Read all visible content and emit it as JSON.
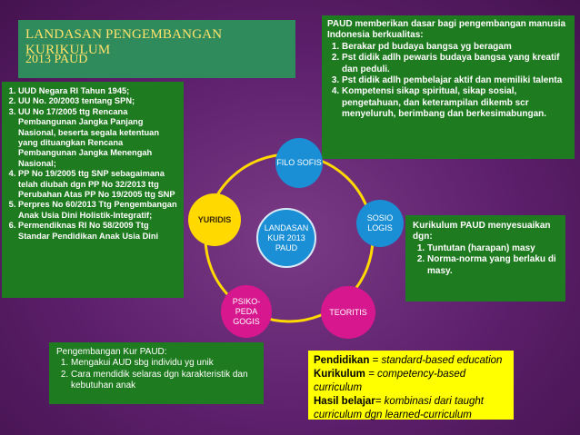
{
  "title": {
    "line1": "LANDASAN PENGEMBANGAN KURIKULUM",
    "line2": "2013 PAUD"
  },
  "laws": {
    "items": [
      "UUD Negara RI Tahun  1945;",
      "UU No. 20/2003 tentang SPN;",
      "UU No 17/2005 ttg Rencana Pembangunan Jangka Panjang Nasional, beserta segala ketentuan yang dituangkan Rencana Pembangunan  Jangka  Menengah Nasional;",
      "PP No 19/2005 ttg SNP sebagaimana telah diubah dgn PP No 32/2013  ttg Perubahan  Atas PP No 19/2005 ttg SNP",
      "Perpres No 60/2013 Ttg Pengembangan Anak Usia Dini Holistik-Integratif;",
      "Permendiknas  RI No 58/2009 Ttg Standar Pendidikan Anak Usia Dini"
    ]
  },
  "paud": {
    "heading": "PAUD memberikan dasar bagi pengembangan manusia Indonesia berkualitas:",
    "items": [
      "Berakar pd budaya bangsa yg beragam",
      "Pst didik adlh pewaris budaya bangsa yang kreatif dan peduli.",
      "Pst didik adlh pembelajar aktif dan memiliki talenta",
      "Kompetensi sikap spiritual, sikap sosial, pengetahuan, dan keterampilan dikemb scr menyeluruh, berimbang dan berkesimabungan."
    ]
  },
  "kurikulum": {
    "heading": "Kurikulum  PAUD menyesuaikan dgn:",
    "items": [
      "Tuntutan (harapan) masy",
      "Norma-norma yang berlaku di masy."
    ]
  },
  "pengembangan": {
    "heading": "Pengembangan Kur PAUD:",
    "items": [
      "Mengakui AUD sbg individu yg unik",
      "Cara mendidik selaras dgn karakteristik dan kebutuhan anak"
    ]
  },
  "definitions": {
    "l1_term": "Pendidikan",
    "l1_def": " = standard-based education",
    "l2_term": "Kurikulum",
    "l2_def": " = competency-based curriculum",
    "l3_term": "Hasil belajar",
    "l3_def": "= kombinasi dari taught curriculum dgn learned-curriculum"
  },
  "diagram": {
    "center": "LANDASAN KUR 2013 PAUD",
    "filo": "FILO SOFIS",
    "sosio": "SOSIO LOGIS",
    "teoritis": "TEORITIS",
    "psiko": "PSIKO- PEDA GOGIS",
    "yuridis": "YURIDIS"
  },
  "colors": {
    "background": "#5c1f6b",
    "green_box": "#1f7b1f",
    "title_box": "#2f8a5c",
    "title_text": "#ffe36b",
    "blue_node": "#1a8fd6",
    "pink_node": "#d6178e",
    "yellow_node": "#ffd900",
    "ring": "#ffd900",
    "definition_box": "#ffff00"
  }
}
